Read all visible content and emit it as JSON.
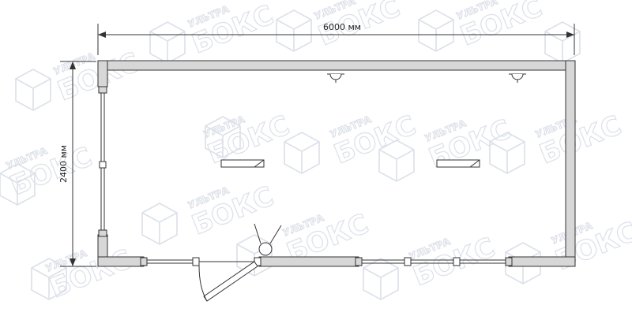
{
  "dimensions": {
    "width_label": "6000 мм",
    "height_label": "2400 мм"
  },
  "watermark": {
    "line1": "УЛЬТРА",
    "line2": "БОКС"
  },
  "colors": {
    "wall_fill": "#d7d7d7",
    "line": "#333333",
    "watermark": "#d8dde6"
  }
}
